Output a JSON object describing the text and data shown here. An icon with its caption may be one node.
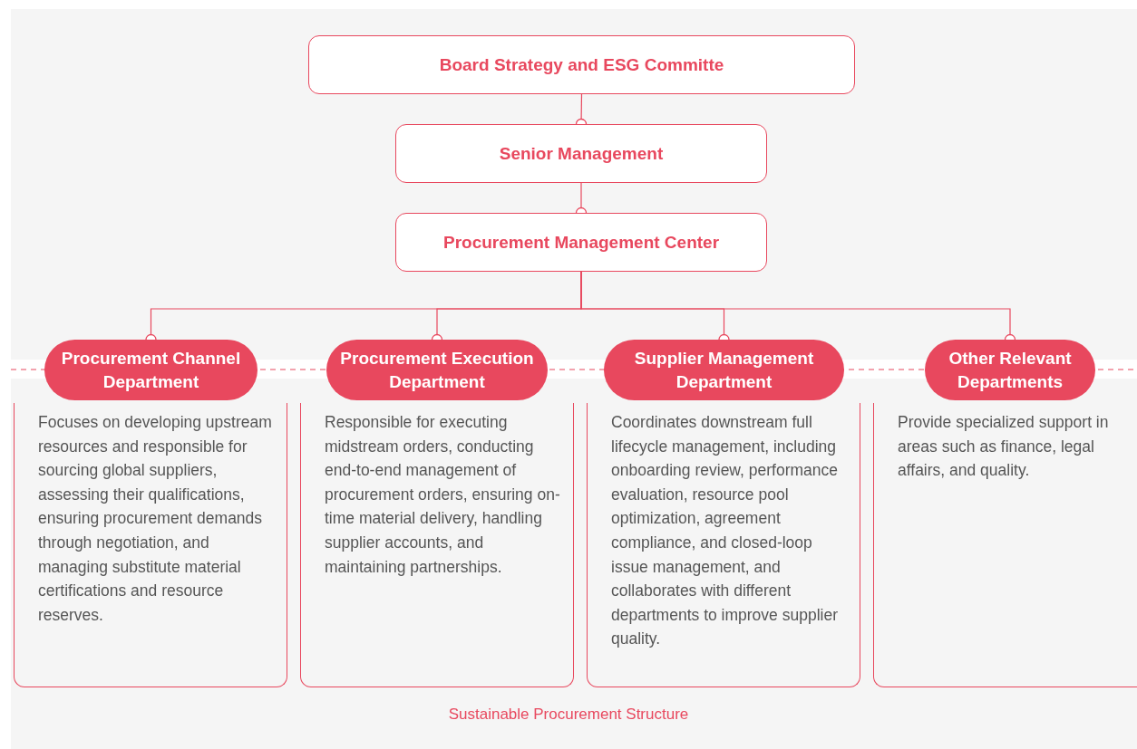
{
  "diagram": {
    "caption": "Sustainable Procurement Structure",
    "nodes": [
      {
        "text": [
          "Board Strategy and ESG Committe"
        ]
      },
      {
        "text": [
          "Senior Management"
        ]
      },
      {
        "text": [
          "Procurement Management Center"
        ]
      },
      {
        "text": [
          "Procurement Channel Department"
        ]
      },
      {
        "text": [
          "Procurement Execution Department"
        ]
      },
      {
        "text": [
          "Supplier Management Department"
        ]
      },
      {
        "text": [
          "Other Relevant Departments"
        ]
      },
      {
        "text": [
          "Focuses on developing upstream resources and responsible for sourcing global suppliers, assessing their qualifications, ensuring procurement demands through negotiation, and managing substitute material certifications and resource reserves."
        ]
      },
      {
        "text": [
          "Responsible for executing midstream orders, conducting end-to-end management of procurement orders, ensuring on-time material delivery, handling supplier accounts, and maintaining partnerships."
        ]
      },
      {
        "text": [
          "Coordinates downstream full lifecycle management, including onboarding review, performance evaluation, resource pool optimization, agreement compliance, and closed-loop issue management, and collaborates with different departments to improve supplier quality."
        ]
      },
      {
        "text": [
          "Provide specialized support in areas such as finance, legal affairs, and quality."
        ]
      }
    ],
    "edges": [
      {
        "from": 0,
        "to": 1,
        "arrow": "other"
      },
      {
        "from": 1,
        "to": 2,
        "arrow": "other"
      },
      {
        "from": 2,
        "to": 3,
        "arrow": "other"
      },
      {
        "from": 2,
        "to": 4,
        "arrow": "other"
      },
      {
        "from": 2,
        "to": 5,
        "arrow": "other"
      },
      {
        "from": 2,
        "to": 6,
        "arrow": "other"
      }
    ]
  }
}
